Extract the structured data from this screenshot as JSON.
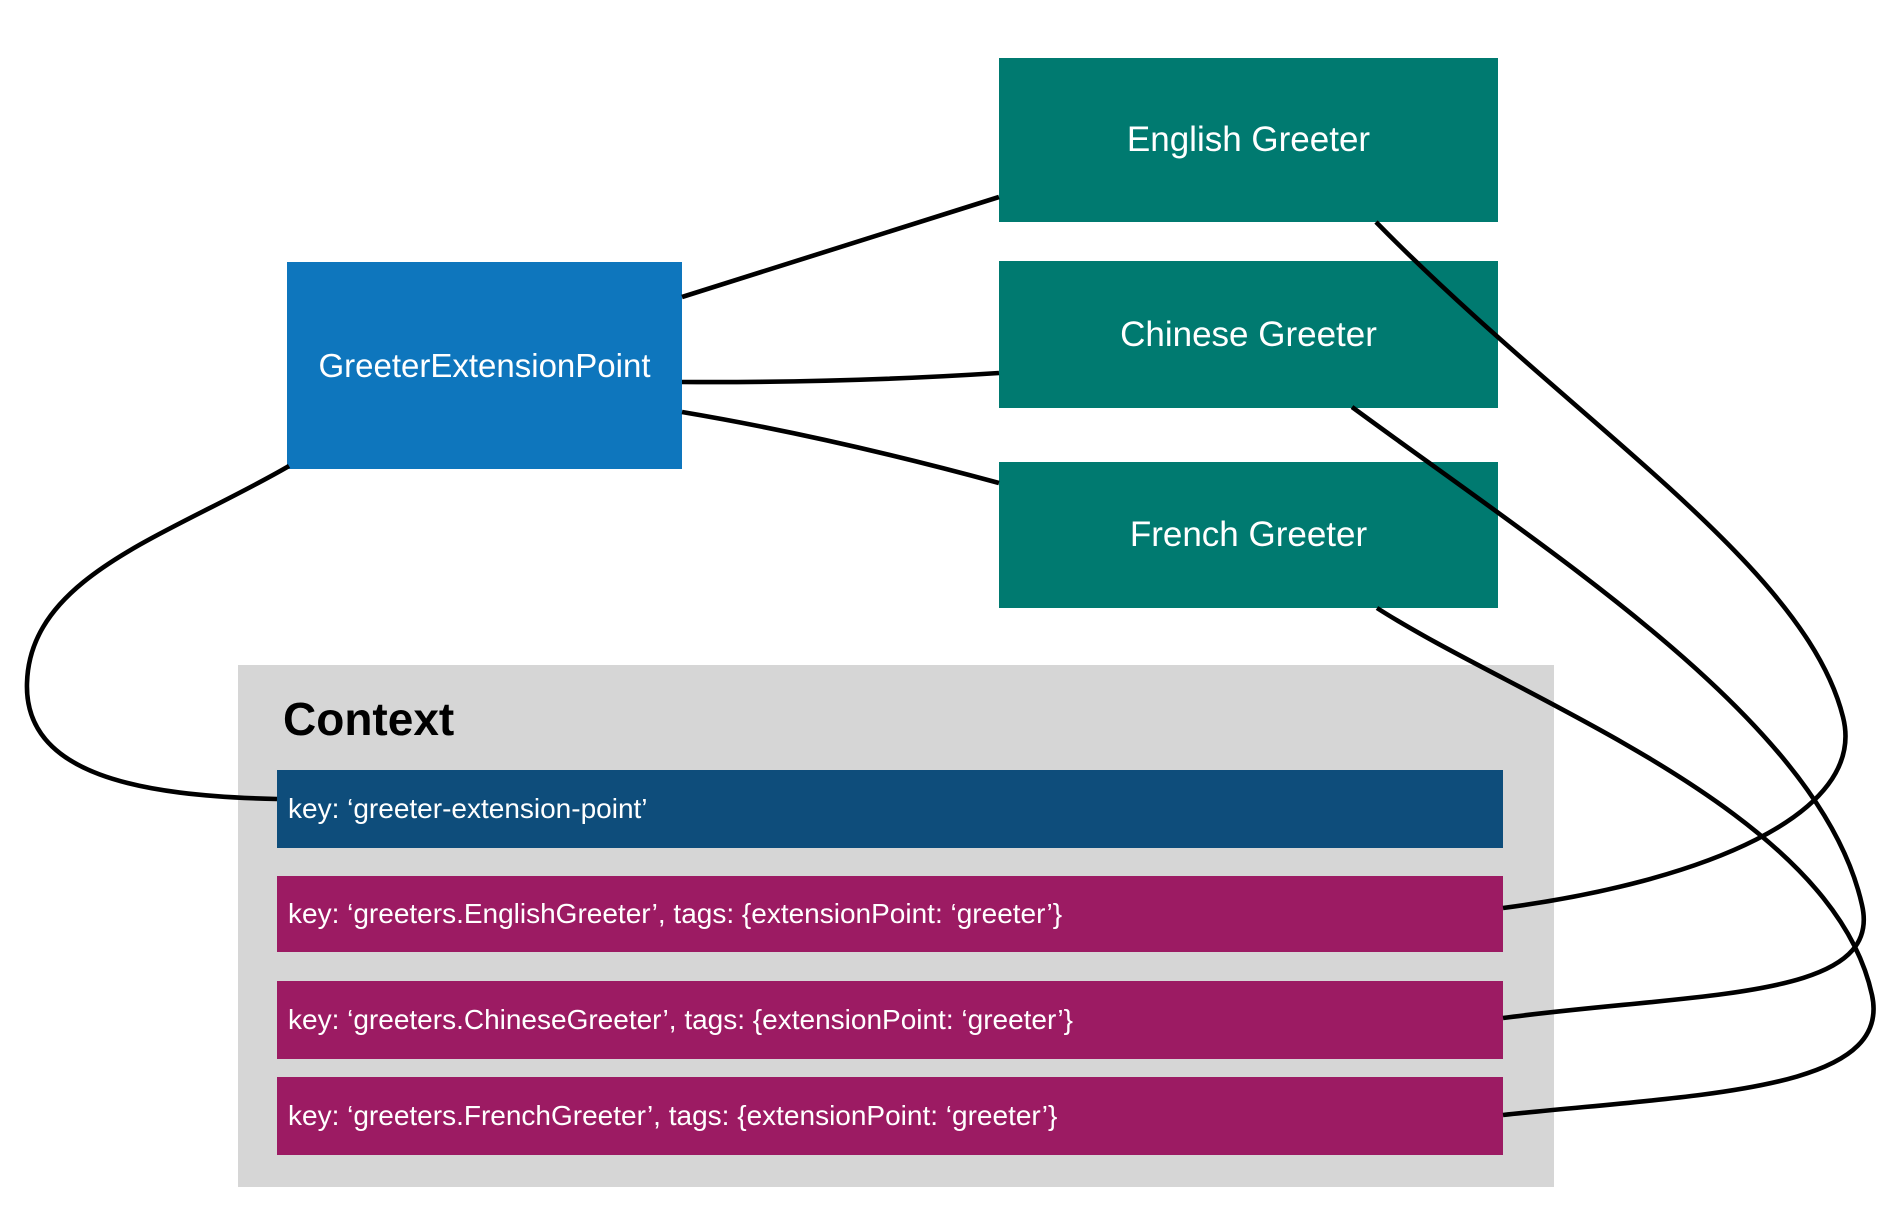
{
  "diagram": {
    "extension_point": {
      "label": "GreeterExtensionPoint"
    },
    "greeters": [
      {
        "label": "English Greeter"
      },
      {
        "label": "Chinese Greeter"
      },
      {
        "label": "French Greeter"
      }
    ],
    "context": {
      "title": "Context",
      "entries": [
        {
          "text": "key: ‘greeter-extension-point’",
          "kind": "extension-point-registration"
        },
        {
          "text": "key: ‘greeters.EnglishGreeter’, tags: {extensionPoint: ‘greeter’}",
          "kind": "greeter-registration"
        },
        {
          "text": "key: ‘greeters.ChineseGreeter’, tags: {extensionPoint: ‘greeter’}",
          "kind": "greeter-registration"
        },
        {
          "text": "key: ‘greeters.FrenchGreeter’, tags: {extensionPoint: ‘greeter’}",
          "kind": "greeter-registration"
        }
      ]
    },
    "colors": {
      "extension_point_blue": "#0E76BD",
      "greeter_teal": "#007A70",
      "context_key_navy": "#0E4D7B",
      "greeter_key_magenta": "#9C1B63",
      "context_gray": "#D6D6D6",
      "connector_black": "#000000",
      "label_white": "#FFFFFF"
    }
  }
}
